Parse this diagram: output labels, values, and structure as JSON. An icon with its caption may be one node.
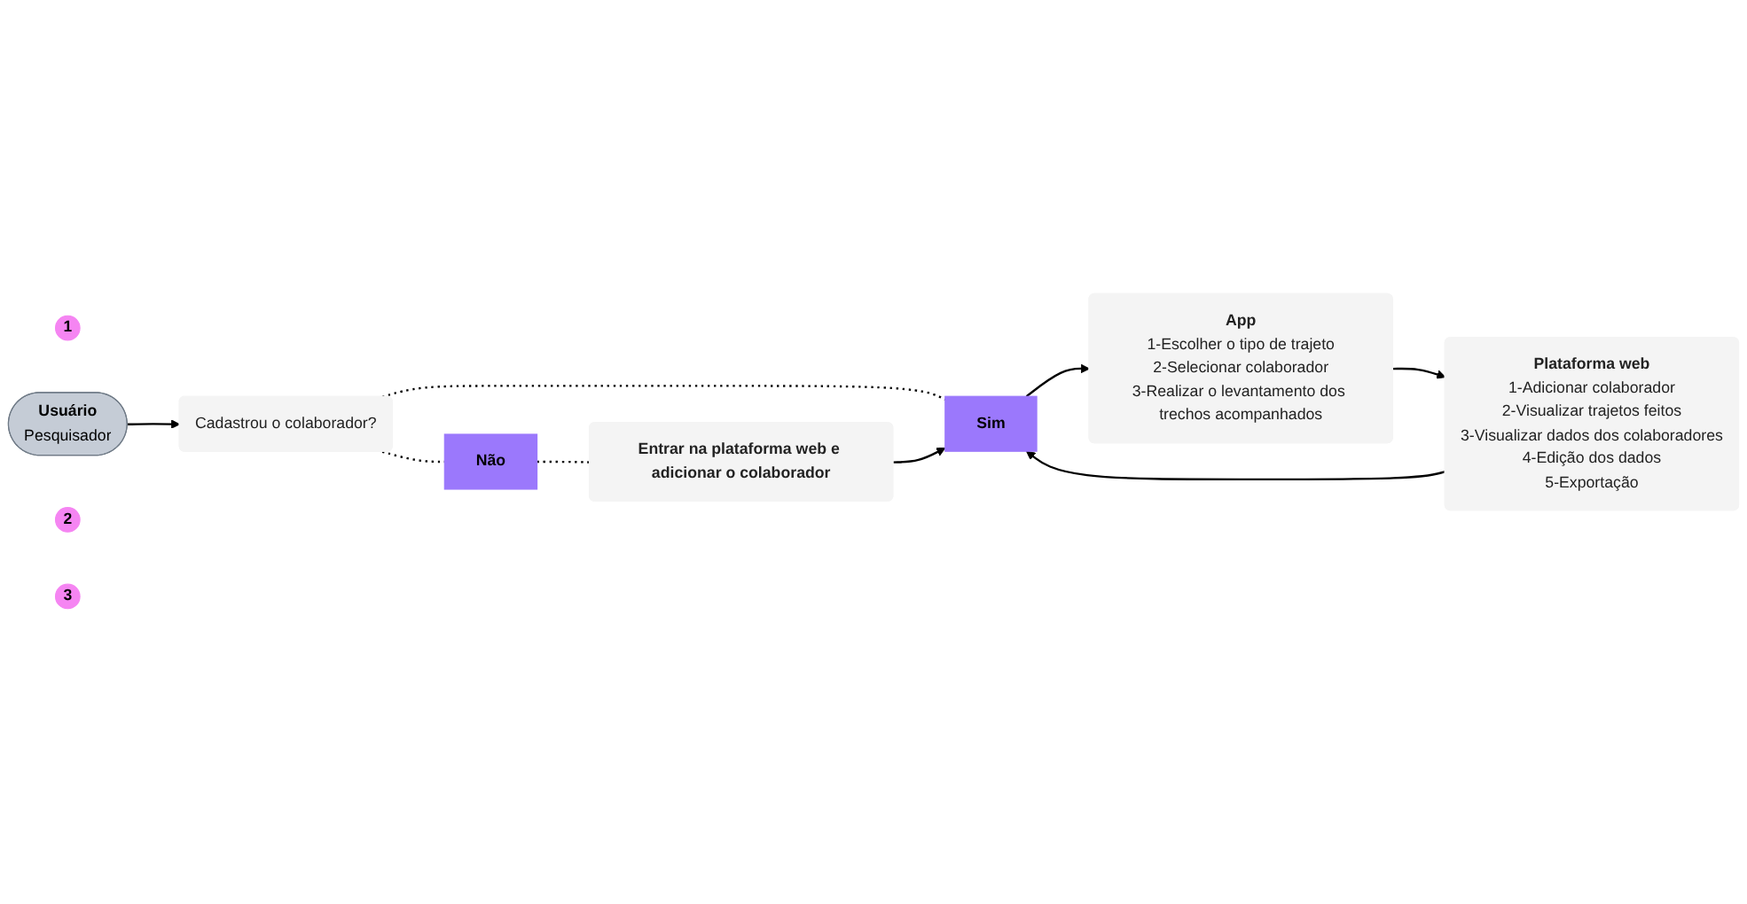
{
  "diagram": {
    "nodes": [
      {
        "text": [
          "1"
        ]
      },
      {
        "text": [
          "Usuário",
          "Pesquisador"
        ]
      },
      {
        "text": [
          "Cadastrou o colaborador?"
        ]
      },
      {
        "text": [
          "Sim"
        ]
      },
      {
        "text": [
          "Não"
        ]
      },
      {
        "text": [
          "Entrar na plataforma web e adicionar o colaborador"
        ]
      },
      {
        "text": [
          "2"
        ]
      },
      {
        "text": [
          "App",
          "1-Escolher o tipo de trajeto",
          "2-Selecionar colaborador",
          "3-Realizar o levantamento dos trechos acompanhados"
        ]
      },
      {
        "text": [
          "3"
        ]
      },
      {
        "text": [
          "Plataforma web",
          "1-Adicionar colaborador",
          "2-Visualizar trajetos feitos",
          "3-Visualizar dados dos colaboradores",
          "4-Edição dos dados",
          "5-Exportação"
        ]
      }
    ],
    "edges": [
      {
        "from": 1,
        "to": 2,
        "arrow": "to"
      },
      {
        "from": 2,
        "to": 3,
        "arrow": "none",
        "style": "dashed"
      },
      {
        "from": 3,
        "to": 7,
        "arrow": "to"
      },
      {
        "from": 2,
        "to": 4,
        "arrow": "none",
        "style": "dashed"
      },
      {
        "from": 4,
        "to": 5,
        "arrow": "none",
        "style": "dashed"
      },
      {
        "from": 7,
        "to": 9,
        "arrow": "to"
      },
      {
        "from": 5,
        "to": 3,
        "arrow": "to"
      },
      {
        "from": 9,
        "to": 3,
        "arrow": "to"
      }
    ]
  }
}
